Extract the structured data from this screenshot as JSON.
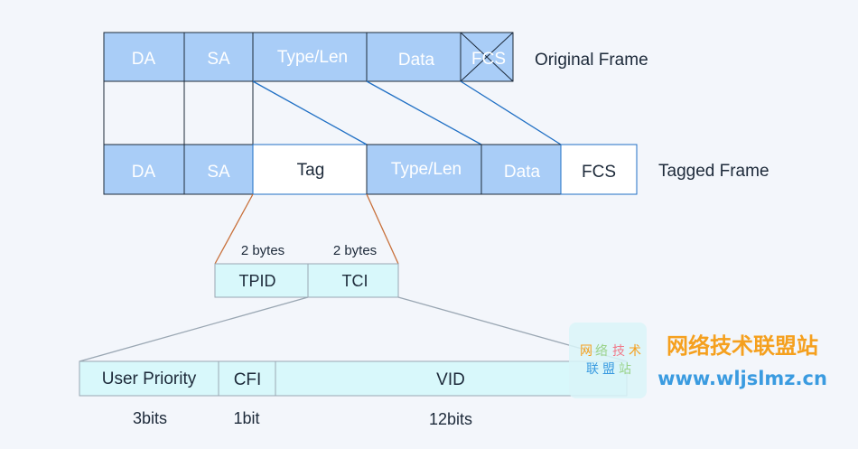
{
  "original_frame": {
    "label": "Original Frame",
    "cells": [
      "DA",
      "SA",
      "Type/Len",
      "Data",
      "FCS"
    ]
  },
  "tagged_frame": {
    "label": "Tagged Frame",
    "cells": [
      "DA",
      "SA",
      "Tag",
      "Type/Len",
      "Data",
      "FCS"
    ]
  },
  "tag_fields": {
    "sizes": [
      "2 bytes",
      "2 bytes"
    ],
    "cells": [
      "TPID",
      "TCI"
    ]
  },
  "tci_fields": {
    "cells": [
      "User Priority",
      "CFI",
      "VID"
    ],
    "sizes": [
      "3bits",
      "1bit",
      "12bits"
    ]
  },
  "watermark": {
    "logo_line1": [
      "网",
      "络",
      "技",
      "术"
    ],
    "logo_line2": [
      "联",
      "盟",
      "站"
    ],
    "title": "网络技术联盟站",
    "url": "www.wljslmz.cn"
  },
  "colors": {
    "blue_fill": "#a9cdf7",
    "cyan_fill": "#d8f8fb",
    "connector_blue": "#1f6fc4",
    "connector_orange": "#c8703a",
    "watermark_orange": "#f5a01e",
    "watermark_blue": "#3a9be0"
  }
}
